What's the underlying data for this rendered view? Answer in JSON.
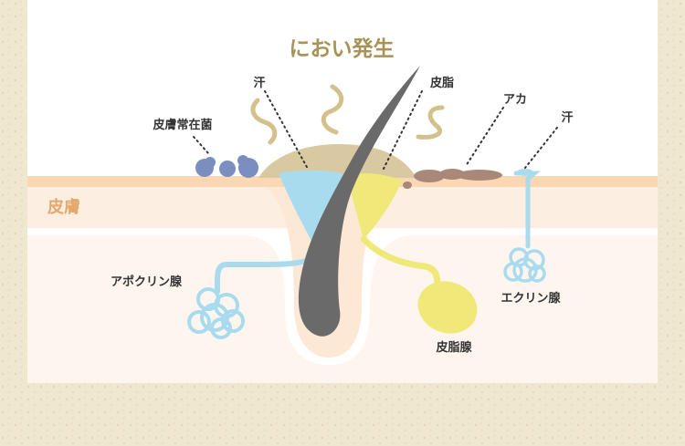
{
  "title": "におい発生",
  "labels": {
    "skin": "皮膚",
    "sweat_apocrine": "汗",
    "sebum": "皮脂",
    "dirt": "アカ",
    "sweat_eccrine": "汗",
    "bacteria": "皮膚常在菌",
    "apocrine_gland": "アポクリン腺",
    "eccrine_gland": "エクリン腺",
    "sebaceous_gland": "皮脂腺"
  },
  "colors": {
    "background": "#efe7cf",
    "panel": "#ffffff",
    "skin_surface": "#fbd7b3",
    "dermis": "#fdeee2",
    "subcutis": "#fef6ee",
    "sweat": "#a9dbef",
    "sebum": "#f0e878",
    "hair": "#6a6a6a",
    "odor_mound": "#d9c9a0",
    "odor_wave": "#d4c08c",
    "dirt": "#a9887a",
    "bacteria": "#7a8fc0",
    "title": "#a89258",
    "skin_label": "#e4a86a"
  }
}
